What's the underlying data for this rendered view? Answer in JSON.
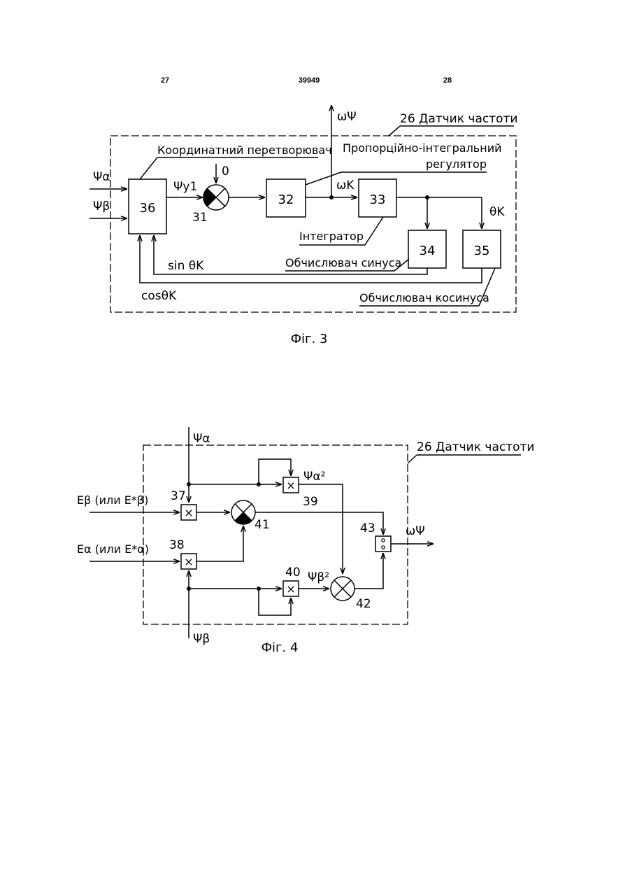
{
  "page": {
    "left_number": "27",
    "center_number": "39949",
    "right_number": "28"
  },
  "fig3": {
    "caption": "Фіг. 3",
    "sensor_label": "26 Датчик частоти",
    "coord_transformer": "Координатний перетворювач",
    "pi_regulator_line1": "Пропорційно-інтегральний",
    "pi_regulator_line2": "регулятор",
    "integrator": "Інтегратор",
    "sine_calc": "Обчислювач синуса",
    "cosine_calc": "Обчислювач косинуса",
    "in_alpha": "Ψα",
    "in_beta": "Ψβ",
    "psi_y1": "Ψy1",
    "zero": "0",
    "omega_psi": "ωΨ",
    "omega_k": "ωK",
    "theta_k": "θK",
    "sin_theta": "sin θK",
    "cos_theta": "cosθK",
    "b36": "36",
    "b31": "31",
    "b32": "32",
    "b33": "33",
    "b34": "34",
    "b35": "35"
  },
  "fig4": {
    "caption": "Фiг. 4",
    "sensor_label": "26 Датчик частоти",
    "psi_alpha": "Ψα",
    "psi_beta": "Ψβ",
    "e_beta": "Eβ (или E*β)",
    "e_alpha": "Eα (или E*α)",
    "psi_alpha_sq": "Ψα²",
    "psi_beta_sq": "Ψβ²",
    "omega_psi": "ωΨ",
    "n37": "37",
    "n38": "38",
    "n39": "39",
    "n40": "40",
    "n41": "41",
    "n42": "42",
    "n43": "43"
  }
}
